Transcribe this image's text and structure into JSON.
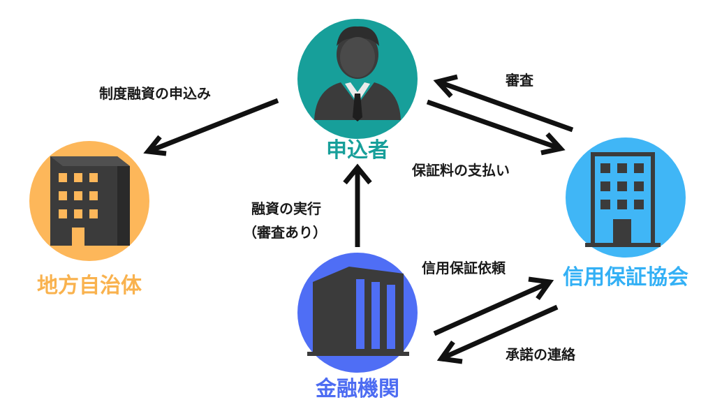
{
  "nodes": {
    "applicant": {
      "label": "申込者",
      "color": "#179f9a",
      "label_color": "#179f9a"
    },
    "municipality": {
      "label": "地方自治体",
      "color": "#fdb75a",
      "label_color": "#f9b24e"
    },
    "guarantee": {
      "label": "信用保証協会",
      "color": "#40b6f6",
      "label_color": "#33b0f5"
    },
    "bank": {
      "label": "金融機関",
      "color": "#4f6ef5",
      "label_color": "#4d6cf2"
    }
  },
  "edges": {
    "application": "制度融資の申込み",
    "review": "審査",
    "fee_payment": "保証料の支払い",
    "loan_line1": "融資の実行",
    "loan_line2": "（審査あり）",
    "guarantee_request": "信用保証依頼",
    "approval_notice": "承諾の連絡"
  },
  "colors": {
    "arrow": "#111111",
    "icon_dark": "#3b3b3b"
  }
}
